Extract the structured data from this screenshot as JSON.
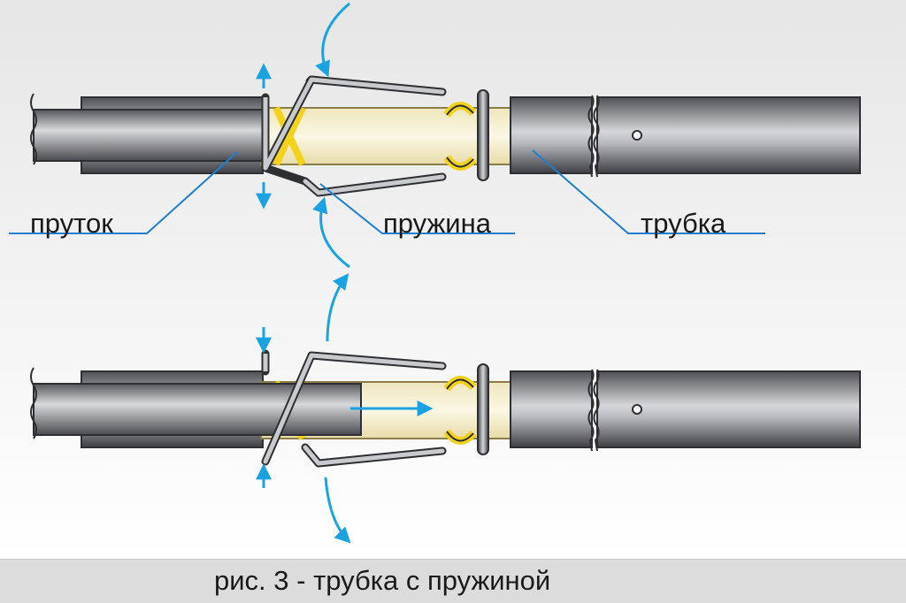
{
  "labels": {
    "rod": "пруток",
    "spring": "пружина",
    "tube": "трубка"
  },
  "caption": "рис. 3 - трубка с пружиной",
  "colors": {
    "background_top": "#e9e9e9",
    "background_bottom": "#ffffff",
    "metal_dark": "#5a5b60",
    "metal_light": "#d9dadd",
    "sleeve_fill": "#f3ecc8",
    "accent_yellow": "#f2d21a",
    "arrow_blue": "#1aa3e0",
    "leader_blue": "#1e7fd0",
    "caption_bar": "#dcdcdc"
  },
  "icons": [
    "arrow-up-icon",
    "arrow-down-icon",
    "curved-arrow-icon",
    "arrow-right-icon"
  ]
}
